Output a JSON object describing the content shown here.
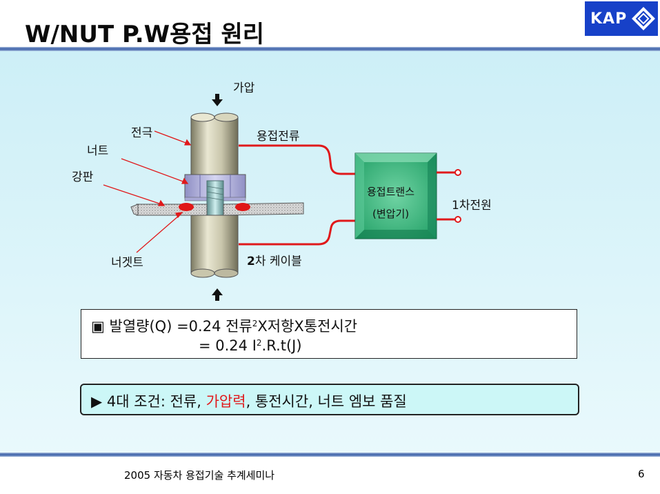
{
  "title": "W/NUT P.W용접 원리",
  "logo": {
    "text": "KAP"
  },
  "diagram": {
    "pressure_label": "가압",
    "electrode_label": "전극",
    "nut_label": "너트",
    "plate_label": "강판",
    "nugget_label": "너겟트",
    "current_label": "용접전류",
    "cable_bold": "2",
    "cable_rest": "차 케이블",
    "transformer_line1": "용접트랜스",
    "transformer_line2": "(변압기)",
    "primary_power_label": "1차전원"
  },
  "formula": {
    "bullet": "▣",
    "line1_a": "발열량(Q) =0.24 전류",
    "line1_sup": "2",
    "line1_b": "X저항X통전시간",
    "line2_a": "= 0.24 I",
    "line2_sup": "2",
    "line2_b": ".R.t(J)"
  },
  "conditions": {
    "bullet": "▶",
    "part1": "4대 조건: 전류, ",
    "highlight": "가압력",
    "part2": ", 통전시간, 너트 엠보 품질"
  },
  "footer": {
    "text": "2005 자동차 용접기술 추계세미나",
    "page": "6"
  },
  "colors": {
    "logo_bg": "#1741c8",
    "transformer": "#2fb37a",
    "cable": "#e0191b",
    "highlight": "#e0191b"
  }
}
